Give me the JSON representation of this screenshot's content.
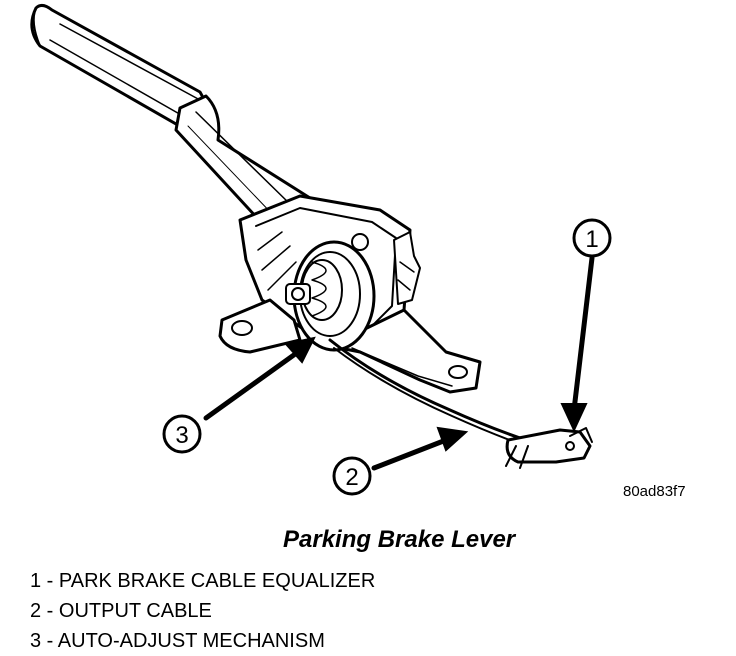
{
  "figure": {
    "code": "80ad83f7",
    "title": "Parking Brake Lever"
  },
  "callouts": [
    {
      "number": "1",
      "label": "1 - PARK BRAKE CABLE EQUALIZER"
    },
    {
      "number": "2",
      "label": "2 - OUTPUT CABLE"
    },
    {
      "number": "3",
      "label": "3 - AUTO-ADJUST MECHANISM"
    }
  ]
}
